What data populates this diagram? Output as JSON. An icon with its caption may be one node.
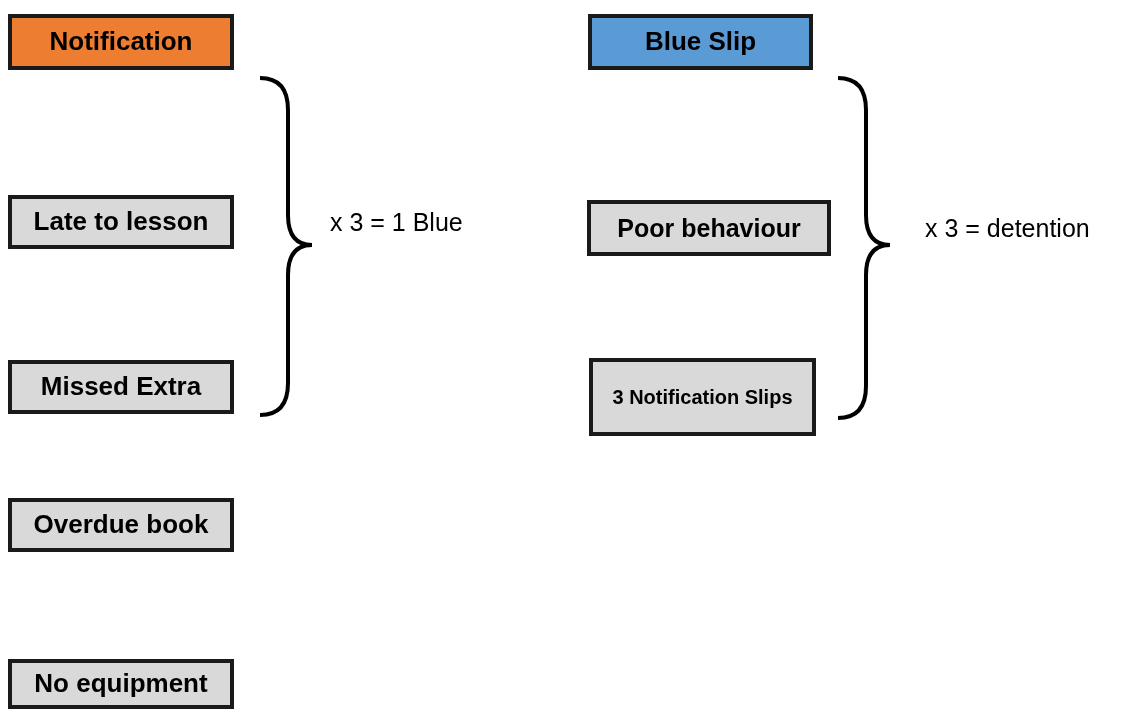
{
  "diagram": {
    "nodes": [
      {
        "text": [
          "Notification"
        ]
      },
      {
        "text": [
          "Late to lesson"
        ]
      },
      {
        "text": [
          "Missed Extra"
        ]
      },
      {
        "text": [
          "Overdue book"
        ]
      },
      {
        "text": [
          "No equipment"
        ]
      },
      {
        "text": [
          "Blue Slip"
        ]
      },
      {
        "text": [
          "Poor behaviour"
        ]
      },
      {
        "text": [
          "3 Notification Slips"
        ]
      }
    ],
    "labels": [
      "x 3 = 1 Blue",
      "x 3 = detention"
    ]
  }
}
